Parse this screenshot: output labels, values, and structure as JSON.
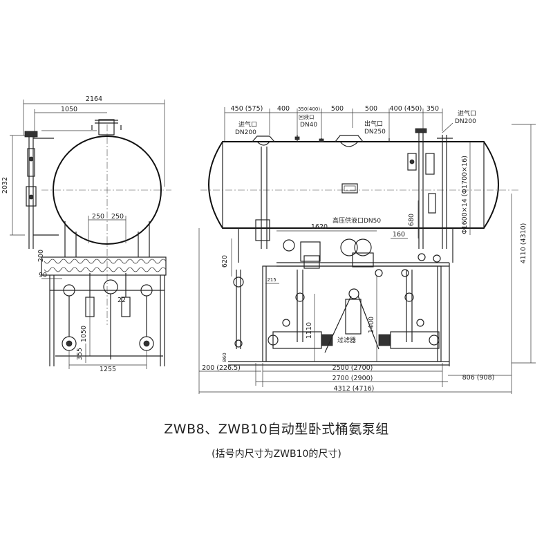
{
  "title": "ZWB8、ZWB10自动型卧式桶氨泵组",
  "subtitle": "(括号内尺寸为ZWB10的尺寸)",
  "side_view": {
    "dims": {
      "overall_width": "2164",
      "half_width": "1050",
      "height": "2032",
      "spacing_a": "250",
      "spacing_b": "250",
      "d_200": "200",
      "d_90": "90",
      "d_22": "22",
      "d_1050v": "1050",
      "d_355": "355",
      "d_1255": "1255"
    }
  },
  "front_view": {
    "dims": {
      "top_1": "450 (575)",
      "top_2": "400",
      "top_3": "350(400)",
      "top_4": "500",
      "top_5": "500",
      "top_6": "400 (450)",
      "top_7": "350",
      "d_1620": "1620",
      "d_160": "160",
      "d_680": "680",
      "d_620": "620",
      "d_215": "215",
      "d_1110": "1110",
      "d_1400": "1400",
      "d_860": "860",
      "d_200": "200 (226.5)",
      "d_2500": "2500 (2700)",
      "d_2700": "2700 (2900)",
      "d_4312": "4312 (4716)",
      "d_806": "806 (908)",
      "d_4110": "4110 (4310)",
      "d_diam": "Φ1600×14 (Φ1700×16)"
    },
    "labels": {
      "inlet_left": "进气口",
      "inlet_left_dn": "DN200",
      "return": "回液口",
      "return_dn": "DN40",
      "outlet": "出气口",
      "outlet_dn": "DN250",
      "inlet_right": "进气口",
      "inlet_right_dn": "DN200",
      "hp_supply": "高压供液口DN50",
      "filter": "过滤器"
    }
  }
}
